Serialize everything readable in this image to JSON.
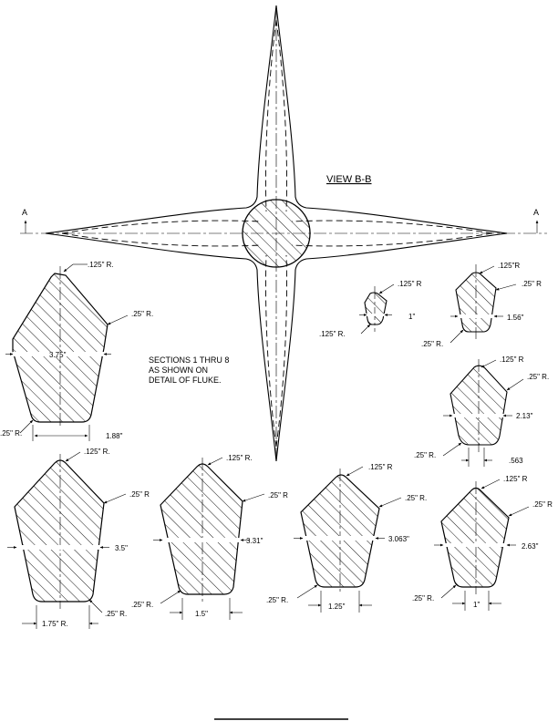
{
  "view_title": "VIEW B-B",
  "section_markers": [
    "A",
    "A"
  ],
  "notes": [
    "SECTIONS 1 THRU 8",
    "AS SHOWN ON",
    "DETAIL OF FLUKE."
  ],
  "sections": [
    {
      "id": 1,
      "top_radius": ".125\" R.",
      "side_radius": ".25\" R.",
      "bottom_radius": ".25\" R.",
      "width": "3.75\"",
      "base": "1.88\""
    },
    {
      "id": 2,
      "top_radius": ".125\" R",
      "bottom_radius": ".125\" R.",
      "width": "1\""
    },
    {
      "id": 3,
      "top_radius": ".125\"R",
      "side_radius": ".25\" R",
      "bottom_radius": ".25\" R.",
      "width": "1.56\""
    },
    {
      "id": 4,
      "top_radius": ".125\" R",
      "side_radius": ".25\" R.",
      "bottom_radius": ".25\" R.",
      "width": "2.13\"",
      "base": ".563"
    },
    {
      "id": 5,
      "top_radius": ".125\" R.",
      "side_radius": ".25\" R",
      "bottom_radius": ".25\" R.",
      "width": "3.5\"",
      "base": "1.75\" R."
    },
    {
      "id": 6,
      "top_radius": ".125\" R.",
      "side_radius": ".25\" R",
      "bottom_radius": ".25\" R.",
      "width": "3.31\"",
      "base": "1.5\""
    },
    {
      "id": 7,
      "top_radius": ".125\" R",
      "side_radius": ".25\" R.",
      "bottom_radius": ".25\" R.",
      "width": "3.063\"",
      "base": "1.25\""
    },
    {
      "id": 8,
      "top_radius": ".125\" R",
      "side_radius": ".25\" R",
      "bottom_radius": ".25\" R.",
      "width": "2.63\"",
      "base": "1\""
    }
  ]
}
